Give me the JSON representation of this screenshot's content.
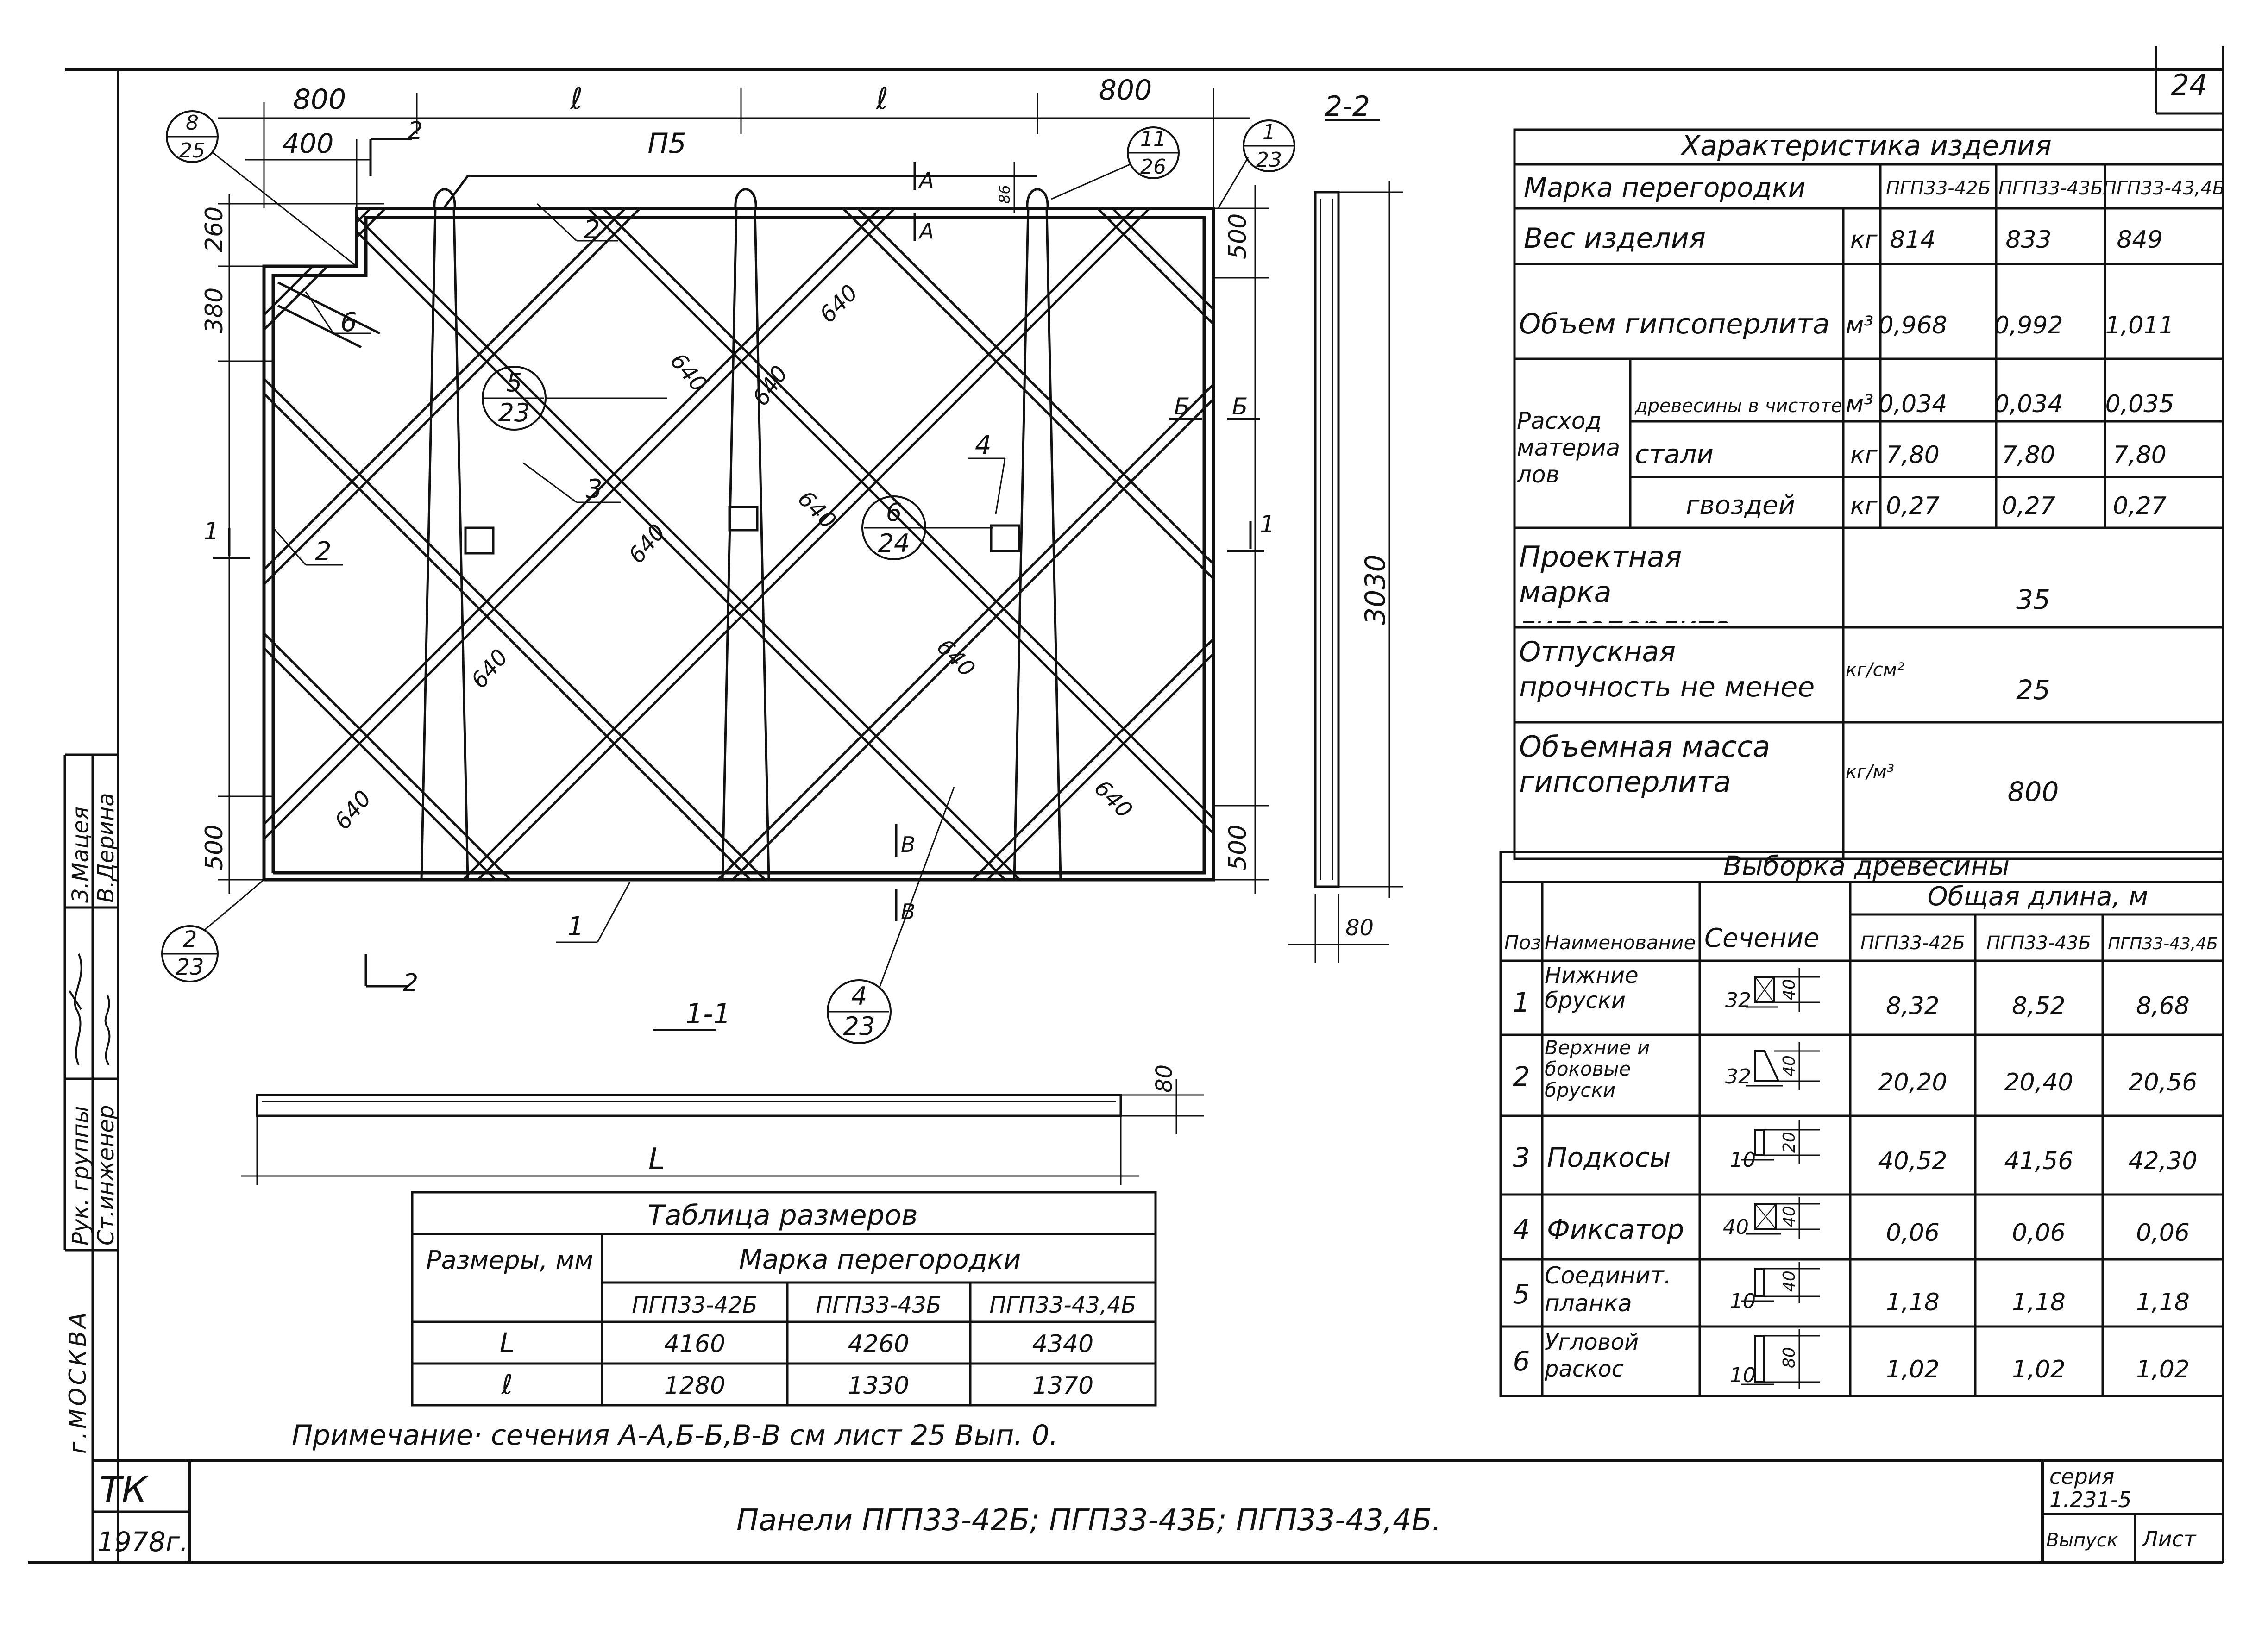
{
  "sheet": {
    "number": "24",
    "city": "г.МОСКВА",
    "org": "ТК",
    "year": "1978г.",
    "title": "Панели   ПГП33-42Б; ПГП33-43Б; ПГП33-43,4Б.",
    "series_label": "серия",
    "series_value": "1.231-5",
    "issue_label": "Выпуск",
    "sheet_label": "Лист",
    "roles": [
      {
        "role": "Рук. группы",
        "name": "З.Мацея"
      },
      {
        "role": "Ст.инженер",
        "name": "В.Дерина"
      }
    ]
  },
  "drawing": {
    "dims_top": [
      "800",
      "ℓ",
      "ℓ",
      "800"
    ],
    "dim_400": "400",
    "label_p5": "П5",
    "section_2_2": "2-2",
    "section_1_1": "1-1",
    "sec_mark_2": "2",
    "sec_mark_1": "1",
    "dims_left": [
      "260",
      "380",
      "500"
    ],
    "dims_right": [
      "500",
      "500"
    ],
    "dim_86": "86",
    "dim_640": "640",
    "dim_3030": "3030",
    "dim_80": "80",
    "dim_L": "L",
    "sec_A": "А",
    "sec_B_cyr": "Б",
    "sec_V": "В",
    "position_labels": [
      "1",
      "2",
      "3",
      "4",
      "6"
    ],
    "callouts": [
      {
        "top": "8",
        "bottom": "25"
      },
      {
        "top": "11",
        "bottom": "26"
      },
      {
        "top": "1",
        "bottom": "23"
      },
      {
        "top": "5",
        "bottom": "23"
      },
      {
        "top": "6",
        "bottom": "24"
      },
      {
        "top": "2",
        "bottom": "23"
      },
      {
        "top": "4",
        "bottom": "23"
      }
    ]
  },
  "sizes_table": {
    "title": "Таблица   размеров",
    "col1_header": "Размеры, мм",
    "group_header": "Марка   перегородки",
    "marks": [
      "ПГП33-42Б",
      "ПГП33-43Б",
      "ПГП33-43,4Б"
    ],
    "rows": [
      {
        "label": "L",
        "values": [
          "4160",
          "4260",
          "4340"
        ]
      },
      {
        "label": "ℓ",
        "values": [
          "1280",
          "1330",
          "1370"
        ]
      }
    ]
  },
  "note": "Примечание· сечения А-А,Б-Б,В-В см лист 25 Вып. 0.",
  "product_table": {
    "title": "Характеристика   изделия",
    "mark_label": "Марка   перегородки",
    "marks": [
      "ПГП33-42Б",
      "ПГП33-43Б",
      "ПГП33-43,4Б"
    ],
    "weight": {
      "label": "Вес изделия",
      "unit": "кг",
      "values": [
        "814",
        "833",
        "849"
      ]
    },
    "volume": {
      "label": "Объем  гипсоперлита",
      "unit": "м³",
      "values": [
        "0,968",
        "0,992",
        "1,011"
      ]
    },
    "consumption_label": "Расход материалов",
    "consumption": [
      {
        "label": "древесины в чистоте",
        "unit": "м³",
        "values": [
          "0,034",
          "0,034",
          "0,035"
        ]
      },
      {
        "label": "стали",
        "unit": "кг",
        "values": [
          "7,80",
          "7,80",
          "7,80"
        ]
      },
      {
        "label": "гвоздей",
        "unit": "кг",
        "values": [
          "0,27",
          "0,27",
          "0,27"
        ]
      }
    ],
    "design_grade": {
      "label": "Проектная  марка гипсоперлита",
      "unit": "",
      "value": "35"
    },
    "release_strength": {
      "label": "Отпускная прочность не менее",
      "unit": "кг/см²",
      "value": "25"
    },
    "density": {
      "label": "Объемная  масса гипсоперлита",
      "unit": "кг/м³",
      "value": "800"
    }
  },
  "timber_table": {
    "title": "Выборка   древесины",
    "pos_header": "Поз",
    "name_header": "Наименование",
    "section_header": "Сечение",
    "length_header": "Общая   длина, м",
    "marks": [
      "ПГП33-42Б",
      "ПГП33-43Б",
      "ПГП33-43,4Б"
    ],
    "rows": [
      {
        "pos": "1",
        "name": "Нижние бруски",
        "w": "32",
        "h": "40",
        "values": [
          "8,32",
          "8,52",
          "8,68"
        ]
      },
      {
        "pos": "2",
        "name": "Верхние и боковые бруски",
        "w": "32",
        "h": "40",
        "values": [
          "20,20",
          "20,40",
          "20,56"
        ]
      },
      {
        "pos": "3",
        "name": "Подкосы",
        "w": "10",
        "h": "20",
        "values": [
          "40,52",
          "41,56",
          "42,30"
        ]
      },
      {
        "pos": "4",
        "name": "Фиксатор",
        "w": "40",
        "h": "40",
        "values": [
          "0,06",
          "0,06",
          "0,06"
        ]
      },
      {
        "pos": "5",
        "name": "Соединит. планка",
        "w": "10",
        "h": "40",
        "values": [
          "1,18",
          "1,18",
          "1,18"
        ]
      },
      {
        "pos": "6",
        "name": "Угловой раскос",
        "w": "10",
        "h": "80",
        "values": [
          "1,02",
          "1,02",
          "1,02"
        ]
      }
    ]
  }
}
